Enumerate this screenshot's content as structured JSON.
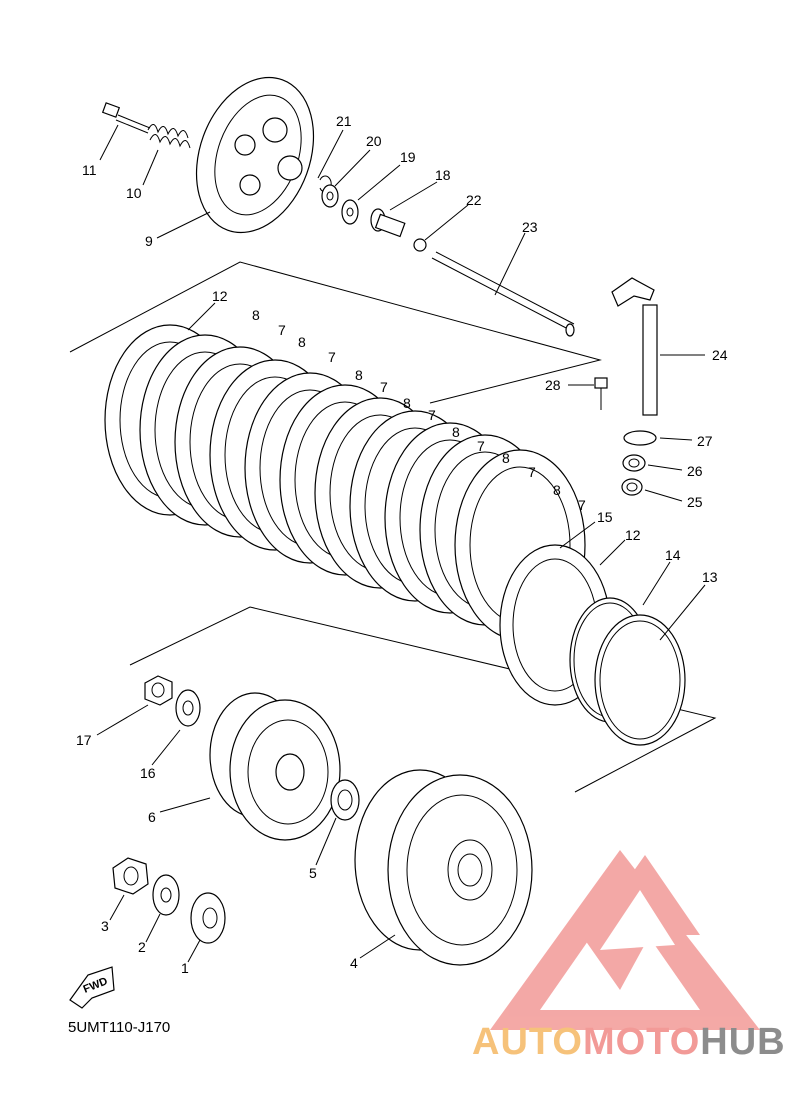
{
  "diagram_code": "5UMT110-J170",
  "fwd_label": "FWD",
  "watermark": {
    "part1": "AUTO",
    "part2": "MOTO",
    "part3": "HUB",
    "color_orange": "#f6c27a",
    "color_red": "#f29a97",
    "color_gray": "#8c8c8c"
  },
  "part_numbers": {
    "p1": "1",
    "p2": "2",
    "p3": "3",
    "p4": "4",
    "p5": "5",
    "p6": "6",
    "p7": "7",
    "p8": "8",
    "p9": "9",
    "p10": "10",
    "p11": "11",
    "p12": "12",
    "p13": "13",
    "p14": "14",
    "p15": "15",
    "p16": "16",
    "p17": "17",
    "p18": "18",
    "p19": "19",
    "p20": "20",
    "p21": "21",
    "p22": "22",
    "p23": "23",
    "p24": "24",
    "p25": "25",
    "p26": "26",
    "p27": "27",
    "p28": "28"
  }
}
